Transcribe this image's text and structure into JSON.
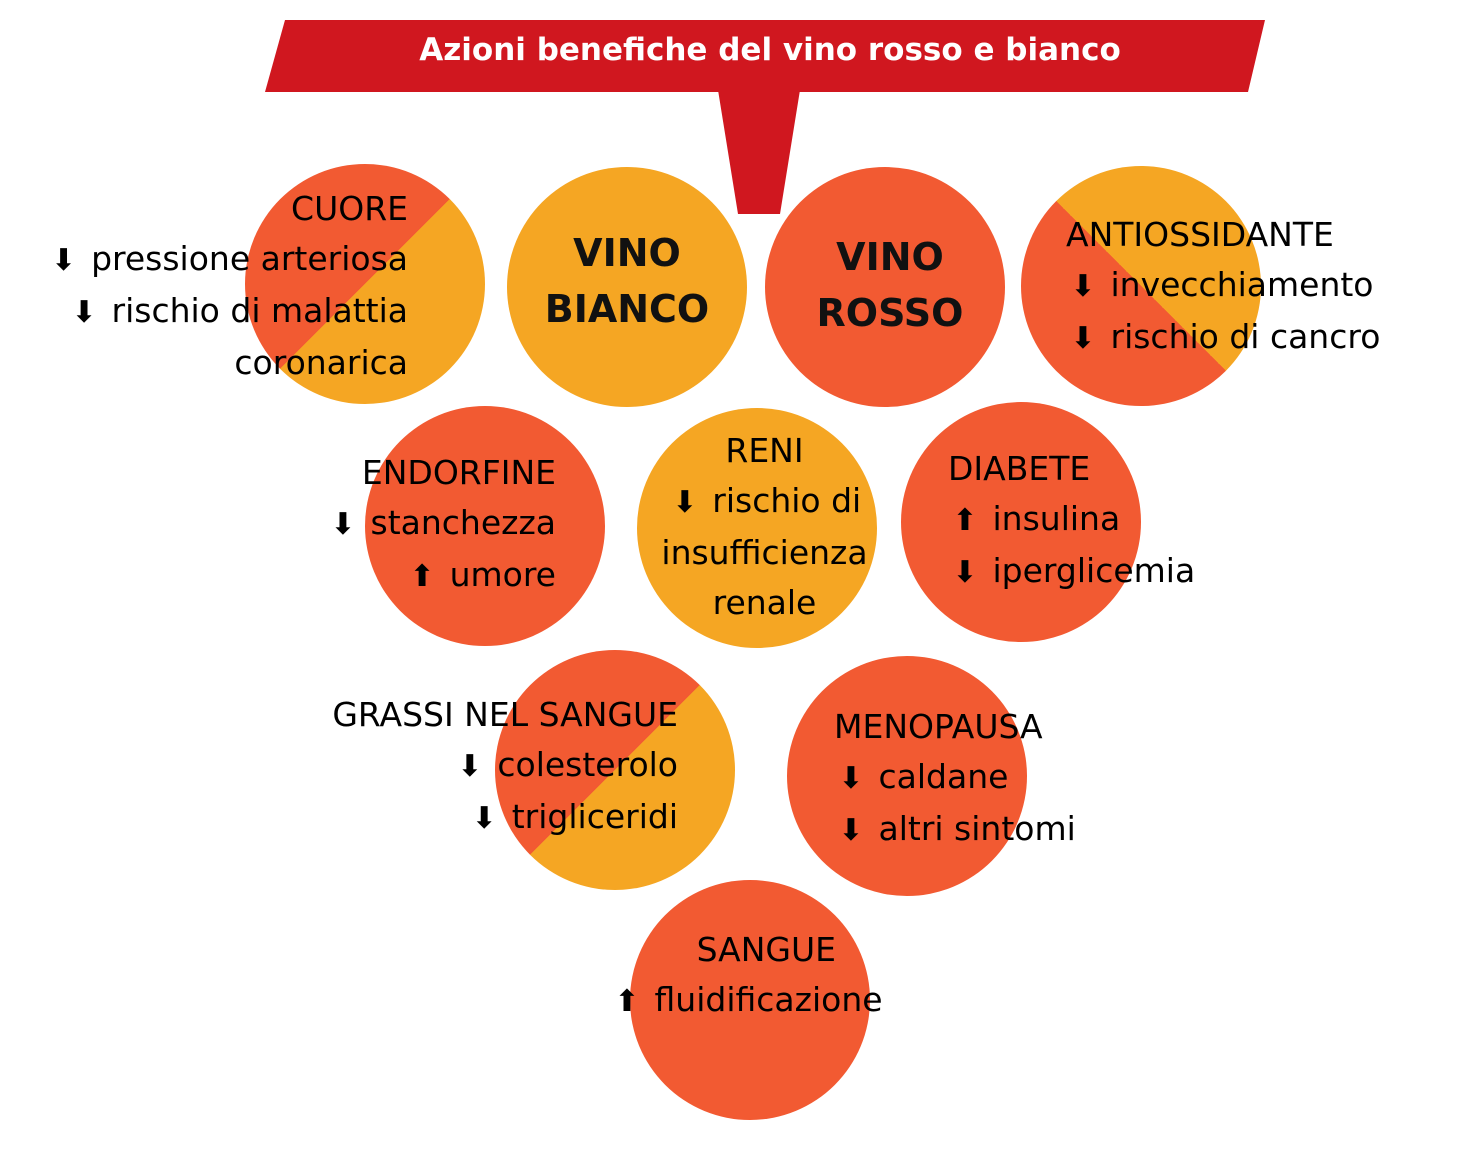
{
  "title": "Azioni benefiche del vino rosso e bianco",
  "colors": {
    "banner": "#d0171f",
    "red": "#f25a32",
    "orange": "#f5a623"
  },
  "vino_bianco": [
    "VINO",
    "BIANCO"
  ],
  "vino_rosso": [
    "VINO",
    "ROSSO"
  ],
  "cuore": {
    "title": "CUORE",
    "line1": "pressione arteriosa",
    "line2": "rischio di malattia",
    "line3": "coronarica",
    "arrow1": "down",
    "arrow2": "down"
  },
  "antiossidante": {
    "title": "ANTIOSSIDANTE",
    "line1": "invecchiamento",
    "line2": "rischio di cancro",
    "arrow1": "down",
    "arrow2": "down"
  },
  "endorfine": {
    "title": "ENDORFINE",
    "line1": "stanchezza",
    "line2": "umore",
    "arrow1": "down",
    "arrow2": "up"
  },
  "reni": {
    "title": "RENI",
    "line1": "rischio di",
    "line2": "insufficienza",
    "line3": "renale",
    "arrow1": "down"
  },
  "diabete": {
    "title": "DIABETE",
    "line1": "insulina",
    "line2": "iperglicemia",
    "arrow1": "up",
    "arrow2": "down"
  },
  "grassi": {
    "title": "GRASSI NEL SANGUE",
    "line1": "colesterolo",
    "line2": "trigliceridi",
    "arrow1": "down",
    "arrow2": "down"
  },
  "menopausa": {
    "title": "MENOPAUSA",
    "line1": "caldane",
    "line2": "altri sintomi",
    "arrow1": "down",
    "arrow2": "down"
  },
  "sangue": {
    "title": "SANGUE",
    "line1": "fluidificazione",
    "arrow1": "up"
  }
}
